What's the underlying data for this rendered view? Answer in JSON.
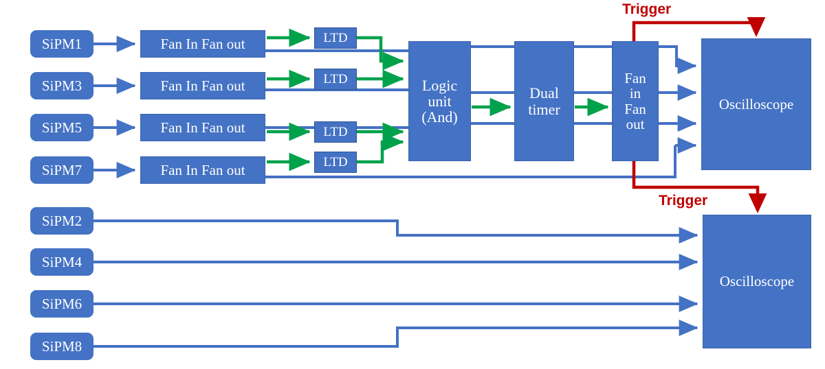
{
  "diagram": {
    "title": "SiPM readout and trigger block diagram",
    "colors": {
      "box_fill": "#4472C4",
      "signal_line": "#4472C4",
      "delayed_line": "#00A14B",
      "trigger_line": "#C00000",
      "text": "#FFFFFF",
      "background": "#FFFFFF"
    },
    "sipm_top": [
      {
        "label": "SiPM1"
      },
      {
        "label": "SiPM3"
      },
      {
        "label": "SiPM5"
      },
      {
        "label": "SiPM7"
      }
    ],
    "sipm_bottom": [
      {
        "label": "SiPM2"
      },
      {
        "label": "SiPM4"
      },
      {
        "label": "SiPM6"
      },
      {
        "label": "SiPM8"
      }
    ],
    "fan_in_fan_out": [
      {
        "label": "Fan In Fan out"
      },
      {
        "label": "Fan In Fan out"
      },
      {
        "label": "Fan In Fan out"
      },
      {
        "label": "Fan In Fan out"
      }
    ],
    "ltd": [
      {
        "label": "LTD"
      },
      {
        "label": "LTD"
      },
      {
        "label": "LTD"
      },
      {
        "label": "LTD"
      }
    ],
    "logic_unit": {
      "line1": "Logic",
      "line2": "unit",
      "line3": "(And)"
    },
    "dual_timer": {
      "line1": "Dual",
      "line2": "timer"
    },
    "fan_in_fan_out_vertical": {
      "line1": "Fan",
      "line2": "in",
      "line3": "Fan",
      "line4": "out"
    },
    "oscilloscope_top": {
      "label": "Oscilloscope"
    },
    "oscilloscope_bottom": {
      "label": "Oscilloscope"
    },
    "trigger_top": {
      "label": "Trigger"
    },
    "trigger_bottom": {
      "label": "Trigger"
    }
  }
}
